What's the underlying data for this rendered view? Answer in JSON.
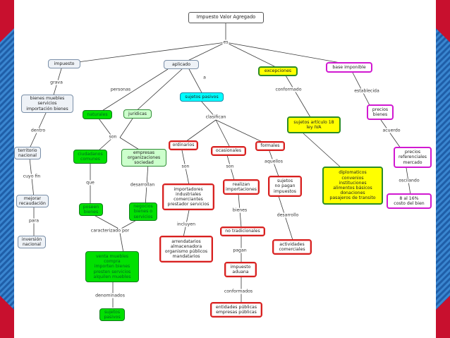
{
  "root": "Impuesto Valor Agregado",
  "nodes": {
    "impuesto": "impuesto",
    "bienes": "bienes muebles\nservicios\nimportación bienes",
    "territorio": "territorio\nnacional",
    "mejorar": "mejorar\nrecaudación",
    "inversion": "inversión\nnacional",
    "aplicado": "aplicado",
    "naturales": "naturales",
    "juridicas": "juridicas",
    "ciudadanos": "ciudadanos\ncomunes",
    "empresas": "empresas\norganizaciones\nsociedad",
    "poseen": "poseen\nbienes",
    "negocios": "negocios\nbienes o\nservicios",
    "venta": "venta muebles\ncompra\nimporten bienes\npresten servicios\nalquilen muebles",
    "sujetos_pasivos_bottom": "sujetos\npasivos",
    "sujetos_pasivos": "sujetos pasivos",
    "ordinarios": "ordinarios",
    "ocasionales": "ocasionales",
    "formales": "formales",
    "importadores": "importadores\nindustriales\ncomerciantes\nprestador servicios",
    "arrendatarios": "arrendatarios\nalmacenadora\norganismo públicos\nmandatarios",
    "realizan": "realizan\nimportaciones",
    "no_tradicionales": "no tradicionales",
    "impuesto_aduana": "impuesto\naduana",
    "entidades": "entidades públicas\nempresas públicas",
    "sujetos_no_pagan": "sujetos\nno pagan\nimpuestos",
    "actividades": "actividades\ncomerciales",
    "excepciones": "excepciones",
    "sujetos_articulo": "sujetos artículo 18\nley IVA",
    "diplomaticos": "diplomaticos\nconvenios\ninstituciones\nalimentos básicos\ndonaciones\npasajeros de transito",
    "base_imponible": "base imponible",
    "precios_bienes": "precios\nbienes",
    "precios_ref": "precios\nreferenciales\nmercado",
    "ocho": "8 al 16%\ncosto del bien"
  },
  "labels": {
    "es": "es",
    "grava": "grava",
    "dentro": "dentro",
    "cuyo_fin": "cuyo fin",
    "para": "para",
    "personas": "personas",
    "a": "a",
    "son1": "son",
    "que": "que",
    "desarrollan": "desarrollan",
    "caracterizado": "caracterizado por",
    "denominados": "denominados",
    "clasifican": "clasifican",
    "son2": "son",
    "son3": "son",
    "incluyen": "incluyen",
    "aquellos": "aquellos",
    "bienes_lbl": "bienes",
    "desarrollo": "desarrollo",
    "pagan": "pagan",
    "conformados": "conformados",
    "conformado": "conformado",
    "establecida": "establecida",
    "acuerdo": "acuerdo",
    "oscilando": "oscilando"
  },
  "colors": {
    "frame_red": "#c8102e",
    "frame_blue": "#2a6fb0"
  }
}
